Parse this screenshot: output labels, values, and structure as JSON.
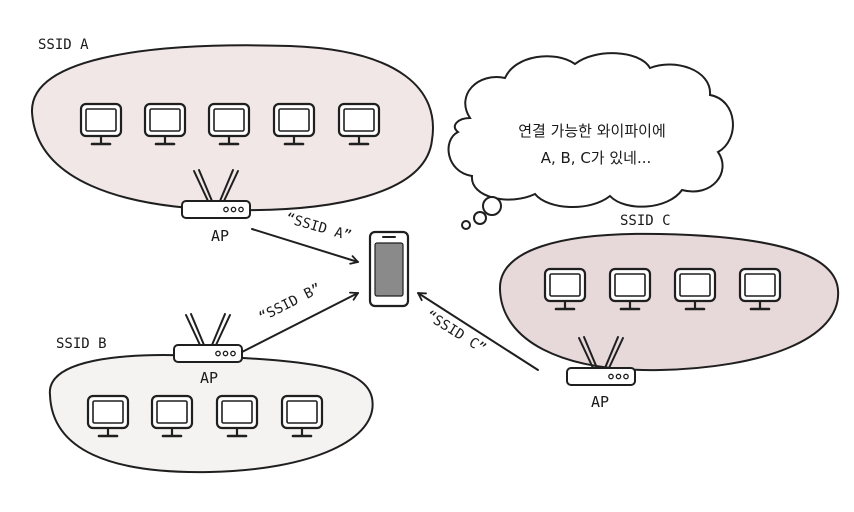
{
  "networks": [
    {
      "id": "a",
      "name": "SSID A",
      "ap_label": "AP",
      "device_count": 5,
      "fill": "#f1e7e6"
    },
    {
      "id": "b",
      "name": "SSID B",
      "ap_label": "AP",
      "device_count": 4,
      "fill": "#f5f2f2"
    },
    {
      "id": "c",
      "name": "SSID C",
      "ap_label": "AP",
      "device_count": 4,
      "fill": "#e7d8da"
    }
  ],
  "signals": [
    {
      "id": "a",
      "label": "“SSID A”"
    },
    {
      "id": "b",
      "label": "“SSID B”"
    },
    {
      "id": "c",
      "label": "“SSID C”"
    }
  ],
  "thought": {
    "line1": "연결 가능한 와이파이에",
    "line2": "A, B, C가 있네..."
  },
  "colors": {
    "stroke": "#1f1f1f",
    "monitor_screen": "#ffffff",
    "phone_screen": "#8a8a8a",
    "router_body": "#ffffff"
  }
}
